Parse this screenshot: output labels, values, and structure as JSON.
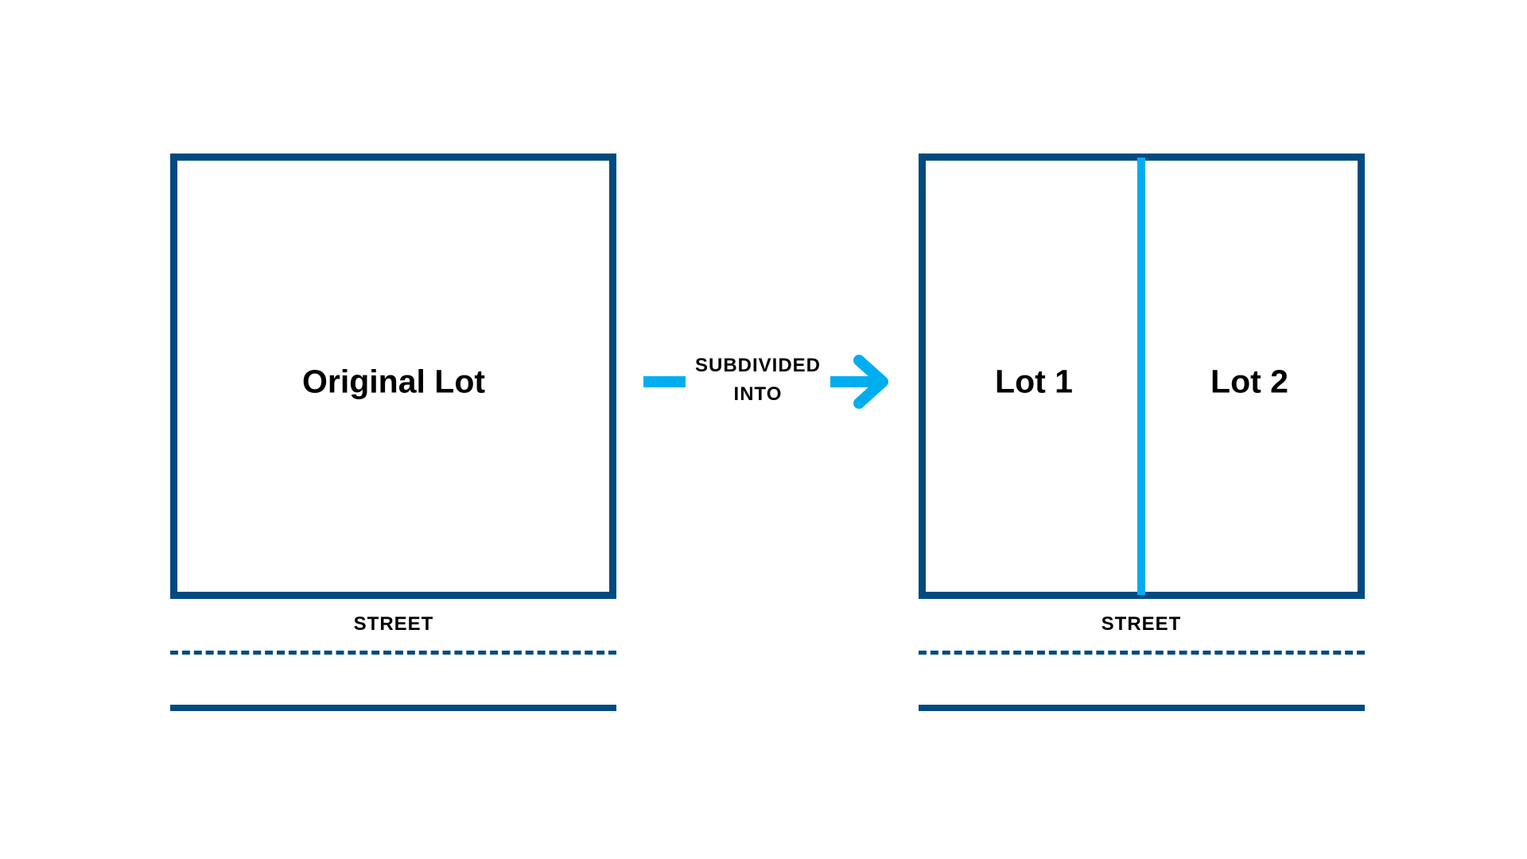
{
  "original": {
    "label": "Original Lot",
    "street": "STREET"
  },
  "transition": {
    "line1": "SUBDIVIDED",
    "line2": "INTO"
  },
  "subdivided": {
    "lot1": "Lot 1",
    "lot2": "Lot 2",
    "street": "STREET"
  },
  "colors": {
    "lot_border": "#004a80",
    "divider_accent": "#00aeef"
  }
}
